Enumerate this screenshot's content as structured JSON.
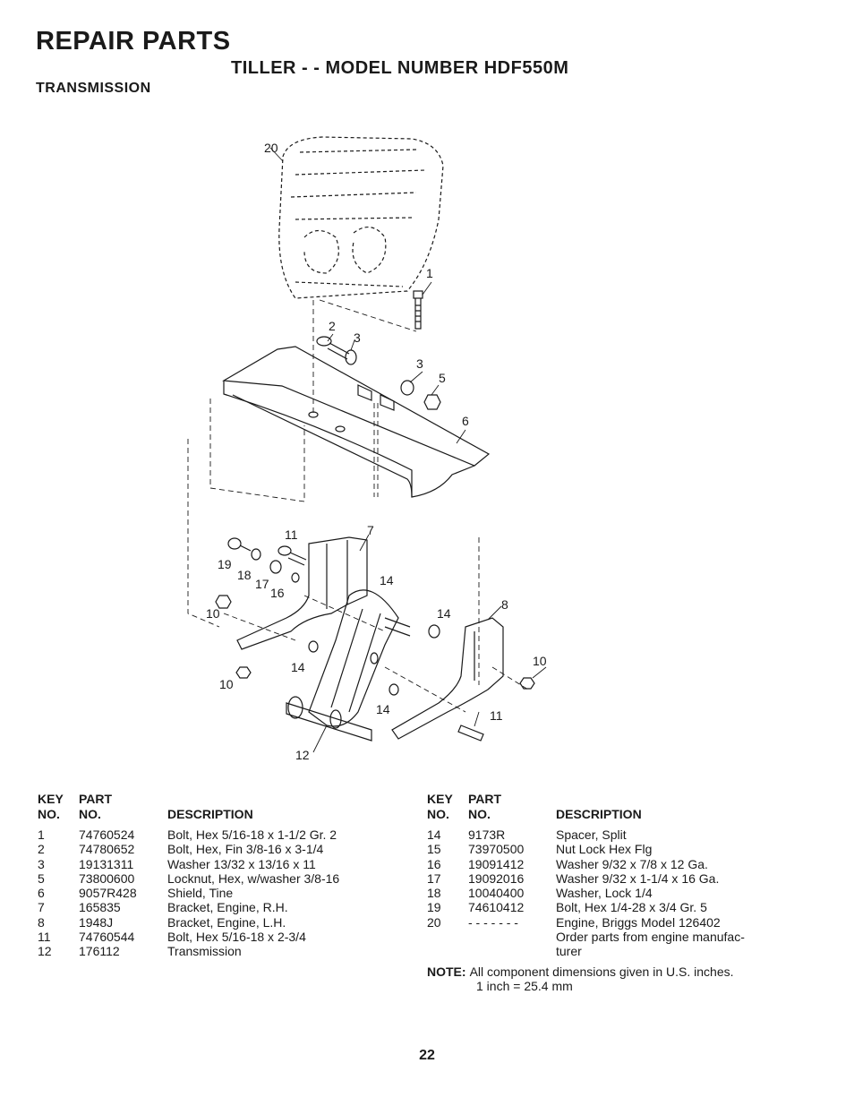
{
  "header": {
    "title": "REPAIR PARTS",
    "subtitle": "TILLER - - MODEL NUMBER HDF550M",
    "section": "TRANSMISSION"
  },
  "diagram": {
    "callouts": [
      "20",
      "1",
      "2",
      "3",
      "3",
      "5",
      "6",
      "11",
      "7",
      "19",
      "18",
      "17",
      "16",
      "14",
      "10",
      "14",
      "8",
      "14",
      "10",
      "10",
      "14",
      "11",
      "12"
    ]
  },
  "table_headers": {
    "key_top": "KEY",
    "key_bottom": "NO.",
    "part_top": "PART",
    "part_bottom": "NO.",
    "description": "DESCRIPTION"
  },
  "parts_left": [
    {
      "key": "1",
      "part": "74760524",
      "desc": "Bolt, Hex 5/16-18 x 1-1/2 Gr. 2"
    },
    {
      "key": "2",
      "part": "74780652",
      "desc": "Bolt, Hex, Fin  3/8-16 x 3-1/4"
    },
    {
      "key": "3",
      "part": "19131311",
      "desc": "Washer 13/32 x 13/16 x 11"
    },
    {
      "key": "5",
      "part": "73800600",
      "desc": "Locknut, Hex, w/washer 3/8-16"
    },
    {
      "key": "6",
      "part": "9057R428",
      "desc": "Shield, Tine"
    },
    {
      "key": "7",
      "part": "165835",
      "desc": "Bracket, Engine, R.H."
    },
    {
      "key": "8",
      "part": "1948J",
      "desc": "Bracket, Engine, L.H."
    },
    {
      "key": "11",
      "part": "74760544",
      "desc": "Bolt, Hex 5/16-18 x 2-3/4"
    },
    {
      "key": "12",
      "part": "176112",
      "desc": "Transmission"
    }
  ],
  "parts_right": [
    {
      "key": "14",
      "part": "9173R",
      "desc": "Spacer, Split"
    },
    {
      "key": "15",
      "part": "73970500",
      "desc": "Nut Lock Hex Flg"
    },
    {
      "key": "16",
      "part": "19091412",
      "desc": "Washer 9/32 x 7/8 x 12 Ga."
    },
    {
      "key": "17",
      "part": "19092016",
      "desc": "Washer 9/32 x 1-1/4 x 16 Ga."
    },
    {
      "key": "18",
      "part": "10040400",
      "desc": "Washer, Lock  1/4"
    },
    {
      "key": "19",
      "part": "74610412",
      "desc": "Bolt, Hex  1/4-28 x 3/4 Gr. 5"
    },
    {
      "key": "20",
      "part": "- - - - - - -",
      "desc": "Engine, Briggs Model 126402"
    },
    {
      "key": "",
      "part": "",
      "desc": "Order parts from engine manufac-"
    },
    {
      "key": "",
      "part": "",
      "desc": "turer"
    }
  ],
  "note": {
    "label": "NOTE:",
    "line1": "All component dimensions given in U.S. inches.",
    "line2": "1 inch = 25.4 mm"
  },
  "page_number": "22"
}
